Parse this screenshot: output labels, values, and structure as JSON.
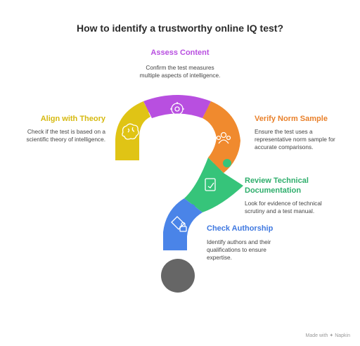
{
  "title": "How to identify a trustworthy online IQ test?",
  "steps": {
    "assess": {
      "label": "Assess Content",
      "desc_lines": [
        "Confirm the test measures",
        "multiple aspects of intelligence."
      ],
      "color": "#b84fe0",
      "icon": "brain-gear-icon"
    },
    "align": {
      "label": "Align with Theory",
      "desc_lines": [
        "Check if the test is based on a",
        "scientific theory of intelligence."
      ],
      "color": "#e0c415",
      "icon": "brain-icon"
    },
    "verify": {
      "label": "Verify Norm Sample",
      "desc_lines": [
        "Ensure the test uses a",
        "representative norm sample for",
        "accurate comparisons."
      ],
      "color": "#f08a2e",
      "icon": "people-group-icon"
    },
    "review": {
      "label_lines": [
        "Review Technical",
        "Documentation"
      ],
      "desc_lines": [
        "Look for evidence of technical",
        "scrutiny and a test manual."
      ],
      "color": "#36c47a",
      "icon": "document-edit-icon"
    },
    "authorship": {
      "label": "Check Authorship",
      "desc_lines": [
        "Identify authors and their",
        "qualifications to ensure",
        "expertise."
      ],
      "color": "#4a84e8",
      "icon": "badge-lock-icon"
    }
  },
  "dot_color": "#666666",
  "footer": "Made with ✦ Napkin"
}
